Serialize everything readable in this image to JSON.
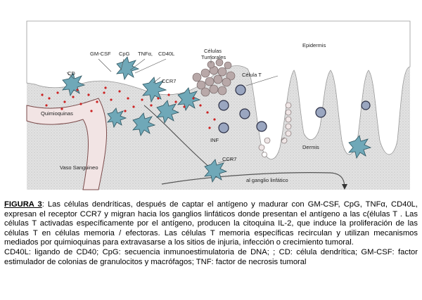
{
  "figure": {
    "labels": {
      "gm_csf": "GM-CSF",
      "cpg": "CpG",
      "tnf": "TNFα,",
      "cd40l": "CD40L",
      "celulas_tumorales_1": "Células",
      "celulas_tumorales_2": "Tumorales",
      "epidermis": "Epidermis",
      "cd": "CD",
      "ccr7_top": "CCR7",
      "celula_t": "Célula T",
      "quimioquinas": "Quimioquinas",
      "inf": "INF",
      "dermis": "Dermis",
      "vaso_sanguineo": "Vaso Sanguineo",
      "ccr7_bottom": "CCR7",
      "ganglio": "al ganglio linfático"
    },
    "colors": {
      "skin": "#d8d8d8",
      "epidermis_fill": "#ffffff",
      "dots": "#cc2222",
      "cells": "#6fa8b8"
    }
  },
  "caption": {
    "figure_label": "FIGURA 3",
    "paragraph1": ": Las células dendríticas, después de captar el antígeno y madurar con GM-CSF, CpG, TNFα, CD40L, expresan el receptor CCR7 y migran hacia los ganglios linfáticos donde presentan el antígeno a las c(élulas T . Las células T activadas específicamente por el antígeno, producen la citoquina IL-2, que induce la proliferación de las células T en células memoria / efectoras. Las células T memoria específicas recirculan y utilizan mecanismos mediados por quimioquinas para extravasarse a los sitios de injuria, infección o crecimiento tumoral.",
    "paragraph2": "CD40L: ligando de CD40; CpG: secuencia inmunoestimulatoria de DNA; ; CD: célula dendrítica; GM-CSF: factor estimulador de colonias de granulocitos y macrófagos; TNF: factor de necrosis tumoral"
  }
}
